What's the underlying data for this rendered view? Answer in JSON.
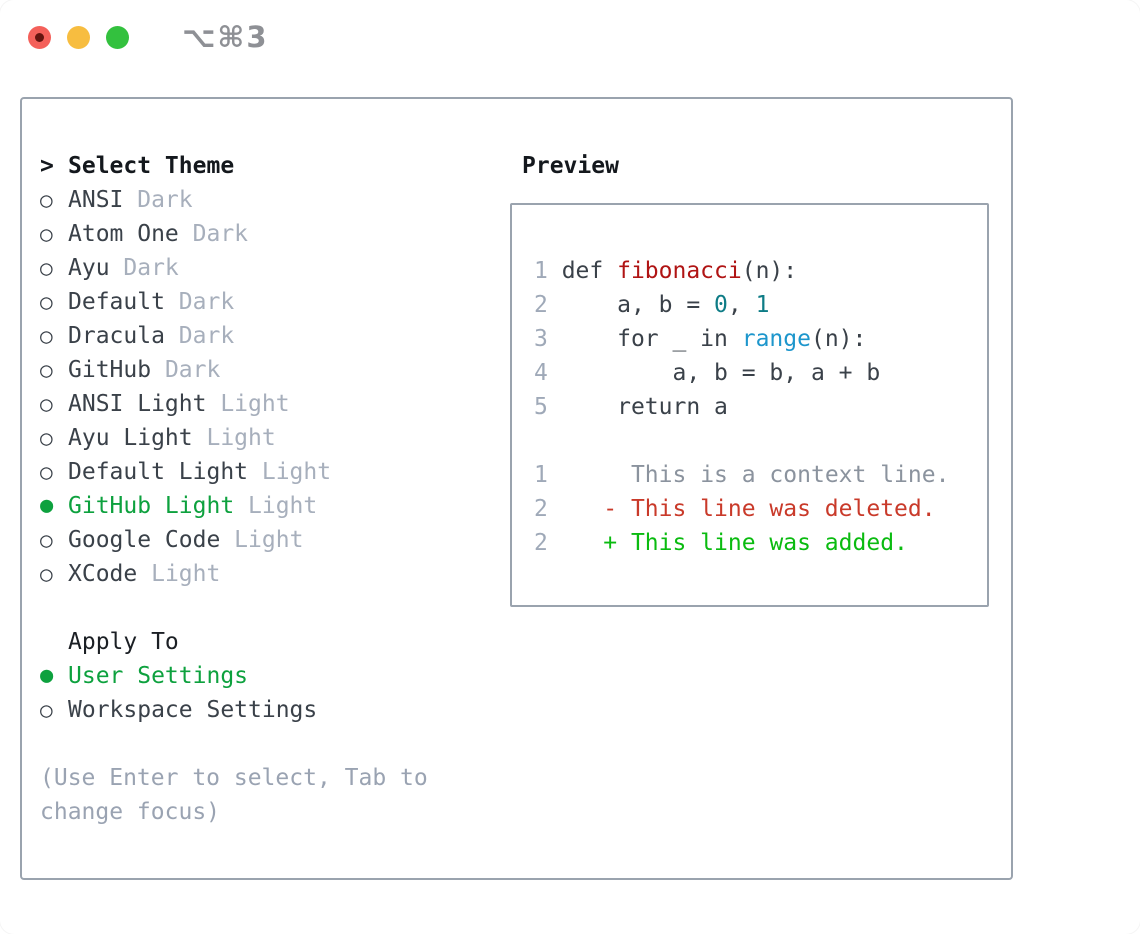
{
  "window": {
    "title": "⌥⌘3"
  },
  "colors": {
    "selection_green": "#0da13e",
    "added_green": "#0abb10",
    "deleted_red": "#c93a2a",
    "function_red": "#b01414",
    "number_teal": "#0e7c86",
    "builtin_blue": "#1d96cc",
    "dim_gray": "#a7afbc",
    "border_gray": "#9aa3ae"
  },
  "theme_picker": {
    "header_prefix": ">",
    "header": "Select Theme",
    "radio_unselected": "○",
    "radio_selected": "●",
    "items": [
      {
        "name": "ANSI",
        "tag": "Dark",
        "selected": false
      },
      {
        "name": "Atom One",
        "tag": "Dark",
        "selected": false
      },
      {
        "name": "Ayu",
        "tag": "Dark",
        "selected": false
      },
      {
        "name": "Default",
        "tag": "Dark",
        "selected": false
      },
      {
        "name": "Dracula",
        "tag": "Dark",
        "selected": false
      },
      {
        "name": "GitHub",
        "tag": "Dark",
        "selected": false
      },
      {
        "name": "ANSI Light",
        "tag": "Light",
        "selected": false
      },
      {
        "name": "Ayu Light",
        "tag": "Light",
        "selected": false
      },
      {
        "name": "Default Light",
        "tag": "Light",
        "selected": false
      },
      {
        "name": "GitHub Light",
        "tag": "Light",
        "selected": true
      },
      {
        "name": "Google Code",
        "tag": "Light",
        "selected": false
      },
      {
        "name": "XCode",
        "tag": "Light",
        "selected": false
      }
    ]
  },
  "apply_to": {
    "header": "Apply To",
    "options": [
      {
        "name": "User Settings",
        "selected": true
      },
      {
        "name": "Workspace Settings",
        "selected": false
      }
    ]
  },
  "hint": {
    "line1": "(Use Enter to select, Tab to",
    "line2": "change focus)"
  },
  "preview": {
    "header": "Preview",
    "lines": [
      {
        "kind": "code-line",
        "tokens": [
          {
            "t": "1 ",
            "c": "ln"
          },
          {
            "t": "def ",
            "c": "pl"
          },
          {
            "t": "fibonacci",
            "c": "fn"
          },
          {
            "t": "(n):",
            "c": "pl"
          }
        ]
      },
      {
        "kind": "code-line",
        "tokens": [
          {
            "t": "2 ",
            "c": "ln"
          },
          {
            "t": "    a, b = ",
            "c": "pl"
          },
          {
            "t": "0",
            "c": "num"
          },
          {
            "t": ", ",
            "c": "pl"
          },
          {
            "t": "1",
            "c": "num"
          }
        ]
      },
      {
        "kind": "code-line",
        "tokens": [
          {
            "t": "3 ",
            "c": "ln"
          },
          {
            "t": "    for _ in ",
            "c": "pl"
          },
          {
            "t": "range",
            "c": "bi"
          },
          {
            "t": "(n):",
            "c": "pl"
          }
        ]
      },
      {
        "kind": "code-line",
        "tokens": [
          {
            "t": "4 ",
            "c": "ln"
          },
          {
            "t": "        a, b = b, a + b",
            "c": "pl"
          }
        ]
      },
      {
        "kind": "code-line",
        "tokens": [
          {
            "t": "5 ",
            "c": "ln"
          },
          {
            "t": "    return a",
            "c": "pl"
          }
        ]
      },
      {
        "kind": "blank-line",
        "tokens": [
          {
            "t": "",
            "c": "pl"
          }
        ]
      },
      {
        "kind": "diff-context-line",
        "tokens": [
          {
            "t": "1",
            "c": "ln"
          },
          {
            "t": "      ",
            "c": "pl"
          },
          {
            "t": "This is a context line.",
            "c": "ctx"
          }
        ]
      },
      {
        "kind": "diff-deleted-line",
        "tokens": [
          {
            "t": "2",
            "c": "ln"
          },
          {
            "t": "    ",
            "c": "pl"
          },
          {
            "t": "- This line was deleted.",
            "c": "del"
          }
        ]
      },
      {
        "kind": "diff-added-line",
        "tokens": [
          {
            "t": "2",
            "c": "ln"
          },
          {
            "t": "    ",
            "c": "pl"
          },
          {
            "t": "+ This line was added.",
            "c": "add"
          }
        ]
      }
    ]
  }
}
